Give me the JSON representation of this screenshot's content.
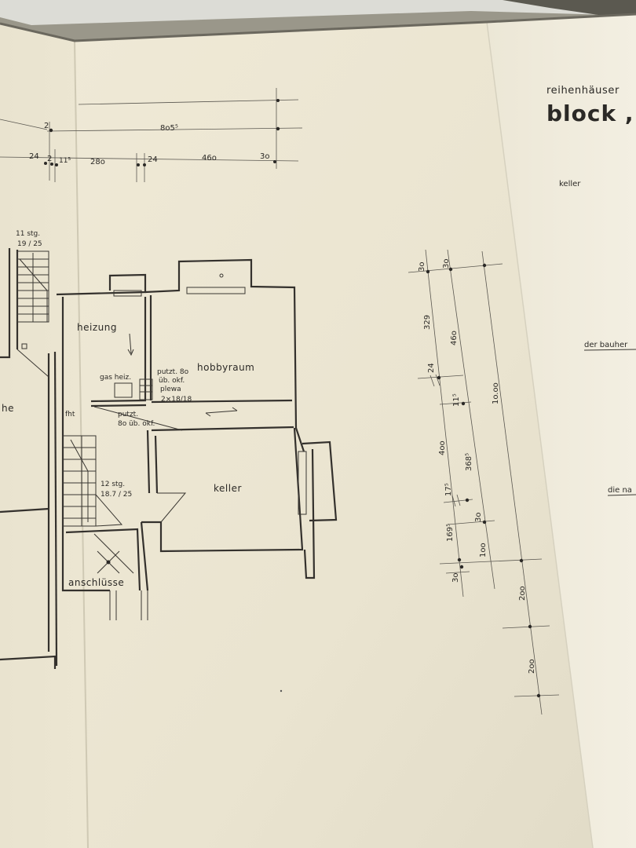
{
  "title_block": {
    "line1": "reihenhäuser",
    "line2": "block ,",
    "section_label": "keller",
    "client_label": "der bauher",
    "lower_label": "die na"
  },
  "top_dimensions": {
    "overall": "8o5⁵",
    "left": "2",
    "segments": [
      "24",
      "2",
      "11⁵",
      "28o",
      "24",
      "46o",
      "3o"
    ]
  },
  "rooms": {
    "heizung": "heizung",
    "hobbyraum": "hobbyraum",
    "keller": "keller",
    "anschluesse": "anschlüsse",
    "gasheiz": "gas heiz.",
    "fht": "fht",
    "left_partial": "he"
  },
  "notes": {
    "upper_stair_1": "11 stg.",
    "upper_stair_2": "19 / 25",
    "putzt_1": "putzt. 8o",
    "putzt_2": "üb. okf.",
    "putzt_3": "plewa",
    "putzt_4": "2×18/18",
    "putzt_b1": "putzt.",
    "putzt_b2": "8o üb. okf.",
    "lower_stair_1": "12 stg.",
    "lower_stair_2": "18.7 / 25"
  },
  "side_dimensions": {
    "d30a": "3o",
    "d30b": "3o",
    "d329": "329",
    "d460": "46o",
    "d24": "24",
    "d1000": "1o.oo",
    "d115": "11⁵",
    "d400": "4oo",
    "d3685": "368⁵",
    "d175": "17⁵",
    "d1695": "169⁵",
    "d30c": "3o",
    "d100": "1oo",
    "d30d": "3o",
    "d200a": "2oo",
    "d200b": "2oo"
  }
}
